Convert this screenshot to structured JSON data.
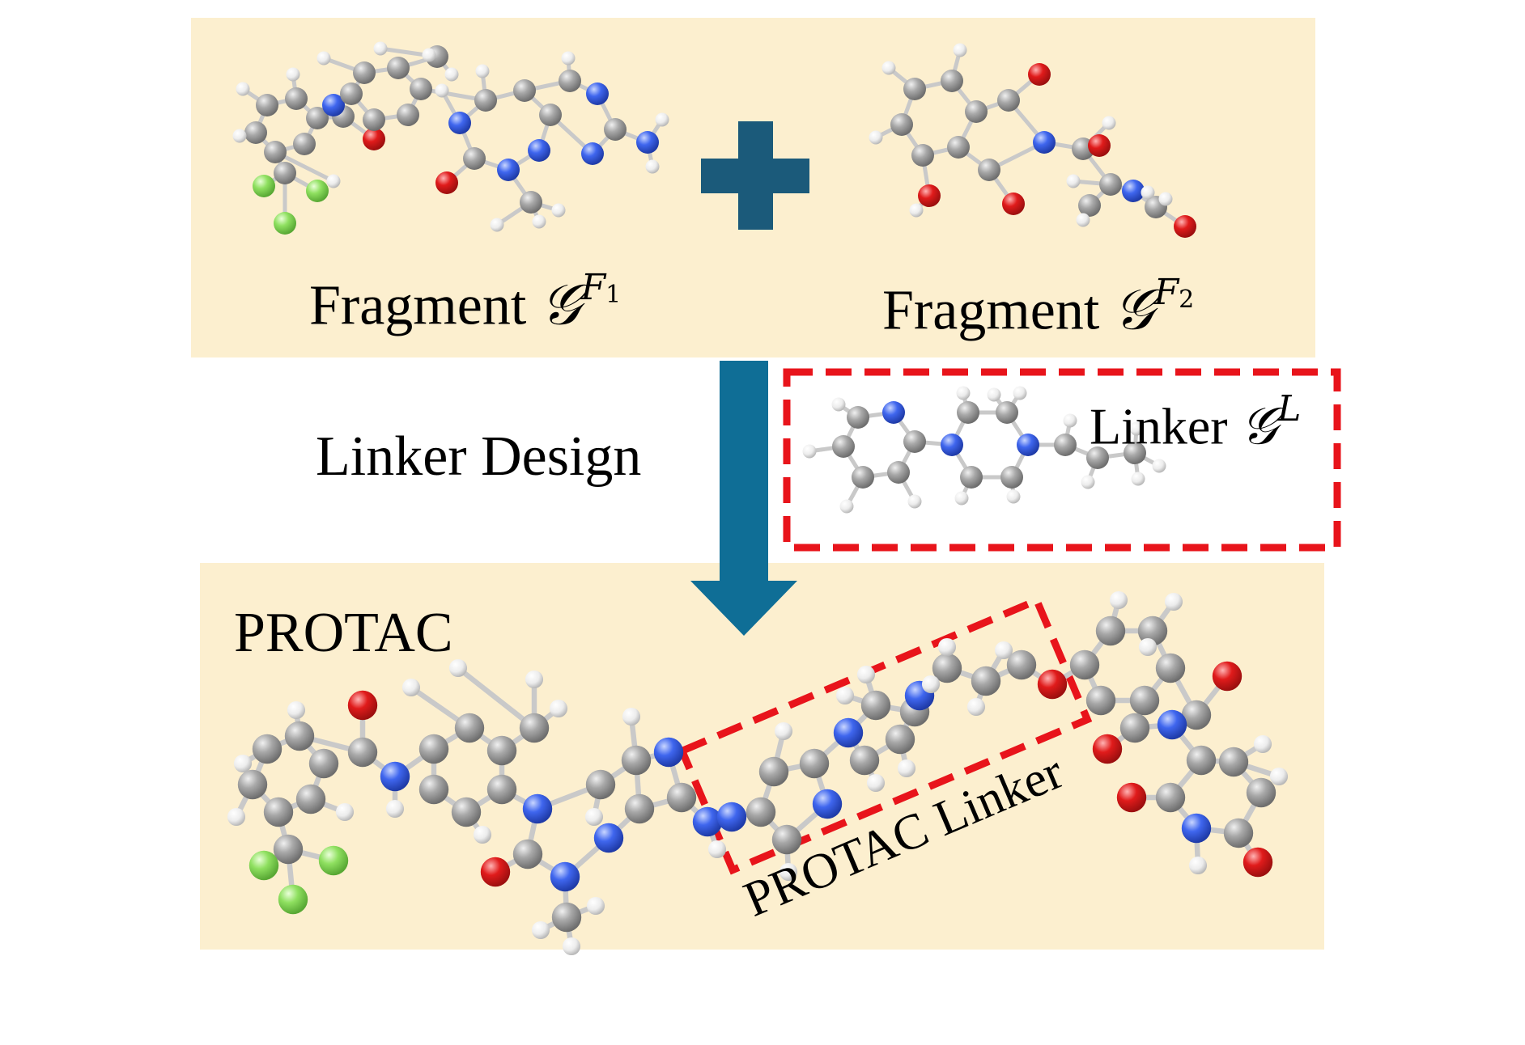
{
  "fragment1": {
    "prefix": "Fragment",
    "symbol": "𝒢",
    "sup": "F",
    "sub": "1"
  },
  "fragment2": {
    "prefix": "Fragment",
    "symbol": "𝒢",
    "sup": "F",
    "sub": "2"
  },
  "plus_symbol": "+",
  "step_label": "Linker Design",
  "linker": {
    "prefix": "Linker",
    "symbol": "𝒢",
    "sup": "L"
  },
  "protac_label": "PROTAC",
  "protac_linker_label": "PROTAC Linker",
  "colors": {
    "panel_bg": "#fcefcf",
    "arrow": "#0f6e96",
    "plus": "#1b5a7a",
    "highlight_box": "#e8141b",
    "carbon": "#9a9a9a",
    "nitrogen": "#3f66ee",
    "oxygen": "#e01b1b",
    "fluorine": "#8fe060",
    "hydrogen": "#f4f4f4"
  }
}
